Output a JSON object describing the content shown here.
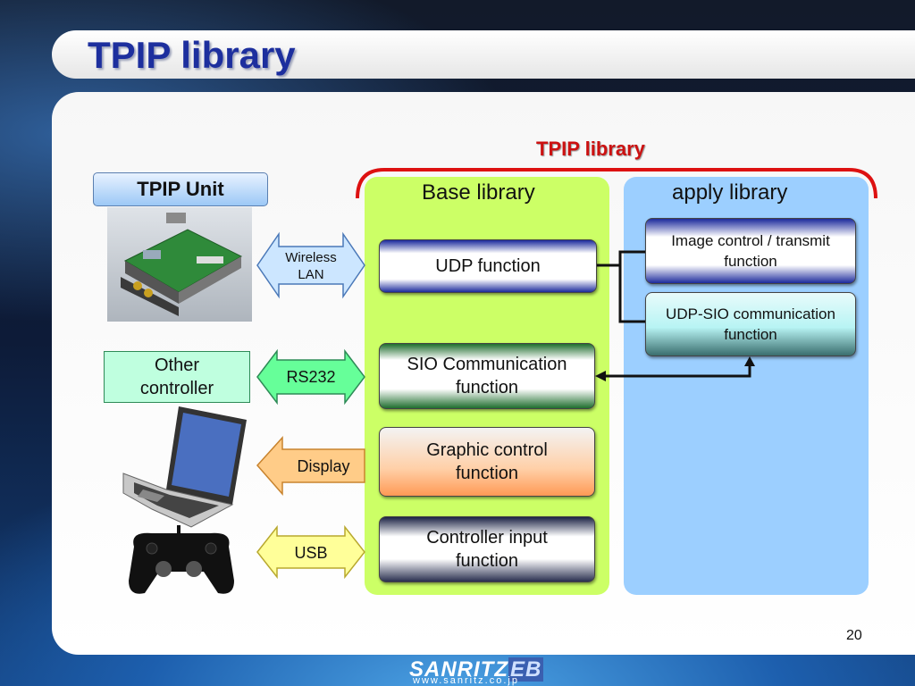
{
  "slide": {
    "title": "TPIP library",
    "page_number": "20"
  },
  "diagram": {
    "library_heading": "TPIP library",
    "tpip_unit_label": "TPIP Unit",
    "other_controller_label": [
      "Other",
      "controller"
    ],
    "connections": [
      {
        "label": [
          "Wireless",
          "LAN"
        ],
        "color": "#cce6ff"
      },
      {
        "label": [
          "RS232"
        ],
        "color": "#66ff99"
      },
      {
        "label": [
          "Display"
        ],
        "color": "#ffcc88"
      },
      {
        "label": [
          "USB"
        ],
        "color": "#ffff99"
      }
    ],
    "base_library": {
      "title": "Base library",
      "color": "#ccff66",
      "functions": [
        {
          "label": [
            "UDP function"
          ]
        },
        {
          "label": [
            "SIO Communication",
            "function"
          ]
        },
        {
          "label": [
            "Graphic control",
            "function"
          ]
        },
        {
          "label": [
            "Controller input",
            "function"
          ]
        }
      ]
    },
    "apply_library": {
      "title": "apply library",
      "color": "#9ccfff",
      "functions": [
        {
          "label": [
            "Image control / transmit",
            "function"
          ]
        },
        {
          "label": [
            "UDP-SIO communication",
            "function"
          ]
        }
      ]
    },
    "brace_color": "#dd1111"
  },
  "footer": {
    "logo_main": "SANRITZ",
    "logo_suffix": "EB",
    "url": "www.sanritz.co.jp"
  }
}
